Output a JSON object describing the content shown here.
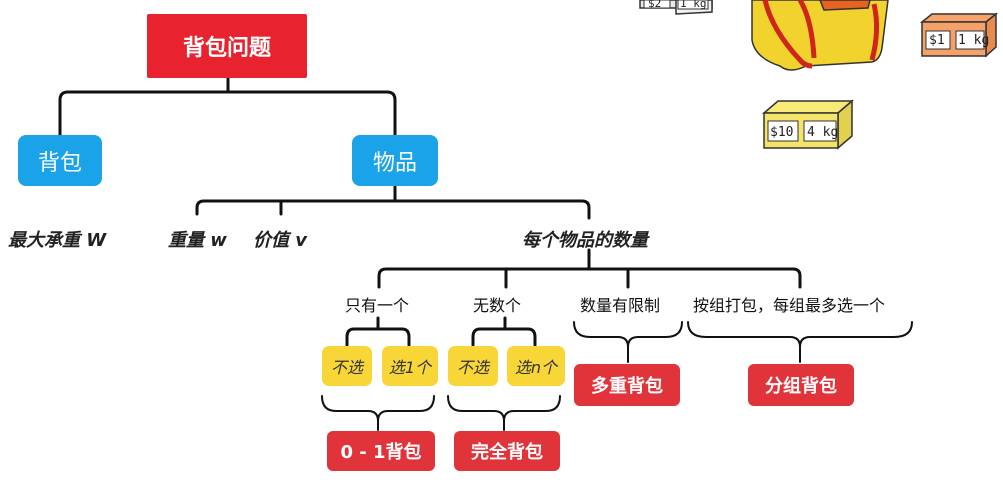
{
  "root": "背包问题",
  "backpack": {
    "label": "背包",
    "attr": "最大承重 W"
  },
  "items": {
    "label": "物品",
    "weight": "重量 w",
    "value": "价值 v",
    "count": "每个物品的数量"
  },
  "categories": {
    "only_one": "只有一个",
    "unlimited": "无数个",
    "limited": "数量有限制",
    "grouped": "按组打包，每组最多选一个"
  },
  "choices": {
    "not_pick_a": "不选",
    "pick_one": "选1个",
    "not_pick_b": "不选",
    "pick_n": "选n个"
  },
  "results": {
    "zero_one": "0 - 1背包",
    "complete": "完全背包",
    "multiple": "多重背包",
    "group": "分组背包"
  },
  "illustration": {
    "box_top_left_price": "$2",
    "box_top_left_weight": "1 kg",
    "box_right_price": "$1",
    "box_right_weight": "1 kg",
    "box_bottom_price": "$10",
    "box_bottom_weight": "4 kg"
  },
  "colors": {
    "root": "#e8232f",
    "node": "#1aa3e8",
    "result": "#e0333a",
    "choice": "#f9d638"
  }
}
